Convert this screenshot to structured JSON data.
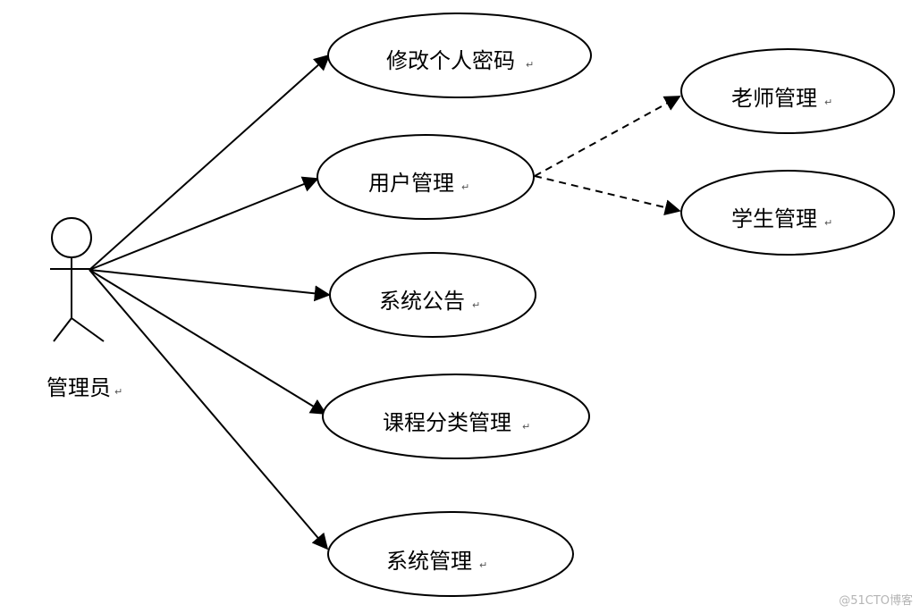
{
  "actor": {
    "name": "管理员",
    "para_mark": "↵"
  },
  "use_cases": {
    "change_password": "修改个人密码",
    "user_management": "用户管理",
    "system_notice": "系统公告",
    "course_category": "课程分类管理",
    "system_management": "系统管理",
    "teacher_management": "老师管理",
    "student_management": "学生管理"
  },
  "para_mark": "↵",
  "watermark": "@51CTO博客",
  "colors": {
    "line": "#000000",
    "background": "#ffffff",
    "watermark": "#b5b5b5"
  }
}
